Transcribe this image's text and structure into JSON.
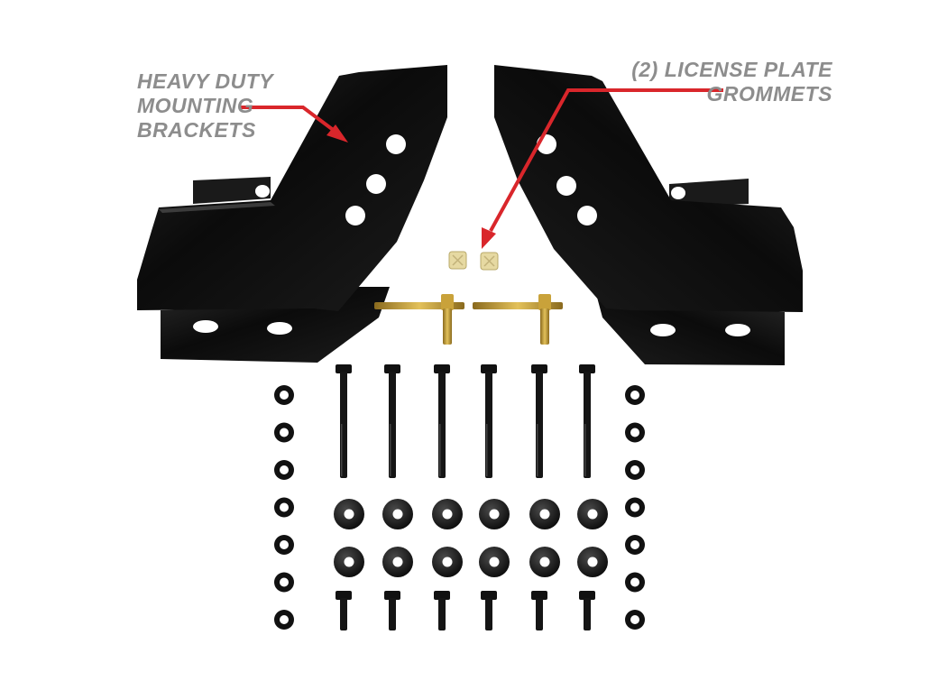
{
  "callouts": {
    "brackets": {
      "lines": [
        "Heavy Duty",
        "Mounting",
        "Brackets"
      ]
    },
    "grommets": {
      "lines": [
        "(2) License Plate",
        "Grommets"
      ]
    }
  },
  "colors": {
    "background": "#ffffff",
    "bracket_black": "#0d0d0d",
    "callout_text": "#8d8d8d",
    "arrow_red": "#d9262b",
    "zinc_yellow": "#c9a23a",
    "grommet": "#e6d9a2"
  },
  "hardware": {
    "long_bolts": 6,
    "short_bolts": 6,
    "large_washers": 12,
    "small_nuts": 14,
    "license_plate_grommets": 2,
    "brackets": 2,
    "hinge_pins": 2
  }
}
